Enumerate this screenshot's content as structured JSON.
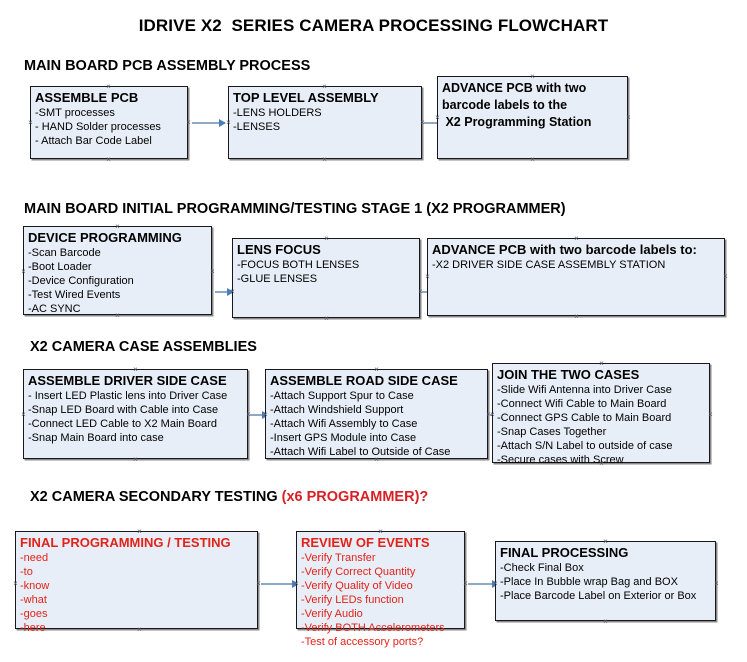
{
  "document": {
    "title": "IDRIVE X2  SERIES CAMERA PROCESSING FLOWCHART"
  },
  "colors": {
    "box_fill": "#e8eef7",
    "box_border": "#18181c",
    "connector": "#8fa9c4",
    "arrow": "#4a7ebb",
    "accent_red": "#e2231a",
    "text": "#000000"
  },
  "sections": [
    {
      "id": "main-board-pcb-assembly-process",
      "title": "MAIN BOARD PCB ASSEMBLY PROCESS",
      "title_accent": "",
      "boxes": [
        {
          "id": "assemble-pcb",
          "heading": "ASSEMBLE PCB",
          "lines": [
            "-SMT processes",
            "- HAND Solder processes",
            "- Attach Bar Code Label"
          ]
        },
        {
          "id": "top-level-assembly",
          "heading": "TOP LEVEL ASSEMBLY",
          "lines": [
            "-LENS HOLDERS",
            "-LENSES"
          ]
        },
        {
          "id": "advance-pcb-x2-programming-station",
          "heading": "ADVANCE PCB with two\nbarcode labels to the\n X2 Programming Station",
          "lines": []
        }
      ]
    },
    {
      "id": "main-board-initial-programming",
      "title": "MAIN BOARD INITIAL PROGRAMMING/TESTING STAGE 1 (X2 PROGRAMMER)",
      "title_accent": "",
      "boxes": [
        {
          "id": "device-programming",
          "heading": "DEVICE PROGRAMMING",
          "lines": [
            "-Scan Barcode",
            "-Boot Loader",
            "-Device Configuration",
            "-Test Wired Events",
            "-AC SYNC"
          ]
        },
        {
          "id": "lens-focus",
          "heading": "LENS FOCUS",
          "lines": [
            "-FOCUS BOTH LENSES",
            "-GLUE LENSES"
          ]
        },
        {
          "id": "advance-pcb-driver-side-case",
          "heading": "ADVANCE PCB with two barcode labels to:",
          "lines": [
            "-X2 DRIVER  SIDE  CASE  ASSEMBLY STATION"
          ]
        }
      ]
    },
    {
      "id": "x2-camera-case-assemblies",
      "title": "X2 CAMERA CASE ASSEMBLIES",
      "title_accent": "",
      "boxes": [
        {
          "id": "assemble-driver-side-case",
          "heading": "ASSEMBLE DRIVER SIDE CASE",
          "lines": [
            "- Insert LED Plastic lens into Driver Case",
            "-Snap LED Board with Cable into Case",
            "-Connect LED Cable to X2 Main Board",
            "-Snap Main Board into case"
          ]
        },
        {
          "id": "assemble-road-side-case",
          "heading": "ASSEMBLE ROAD SIDE CASE",
          "lines": [
            "-Attach Support Spur to Case",
            "-Attach Windshield Support",
            "-Attach Wifi Assembly to Case",
            "-Insert GPS Module into Case",
            "-Attach Wifi Label to Outside of Case"
          ]
        },
        {
          "id": "join-the-two-cases",
          "heading": "JOIN THE TWO CASES",
          "lines": [
            "-Slide Wifi Antenna into Driver Case",
            "-Connect Wifi Cable to Main Board",
            "-Connect GPS Cable to Main Board",
            "-Snap Cases Together",
            "-Attach S/N Label to outside of case",
            "-Secure cases with Screw"
          ]
        }
      ]
    },
    {
      "id": "x2-camera-secondary-testing",
      "title": "X2 CAMERA SECONDARY TESTING ",
      "title_accent": "(x6 PROGRAMMER)?",
      "boxes": [
        {
          "id": "final-programming-testing",
          "heading": "FINAL PROGRAMMING / TESTING",
          "lines": [
            "-need",
            "-to",
            "-know",
            "-what",
            "-goes",
            "-here"
          ]
        },
        {
          "id": "review-of-events",
          "heading": "REVIEW OF EVENTS",
          "lines": [
            "-Verify Transfer",
            "-Verify Correct Quantity",
            "-Verify Quality of Video",
            "-Verify LEDs function",
            "-Verify Audio",
            "-Verify BOTH Accelerometers",
            "-Test of accessory ports?"
          ]
        },
        {
          "id": "final-processing",
          "heading": "FINAL PROCESSING",
          "lines": [
            " -Check Final Box",
            "-Place In Bubble wrap Bag and BOX",
            "-Place Barcode Label on Exterior or Box"
          ]
        }
      ]
    }
  ]
}
